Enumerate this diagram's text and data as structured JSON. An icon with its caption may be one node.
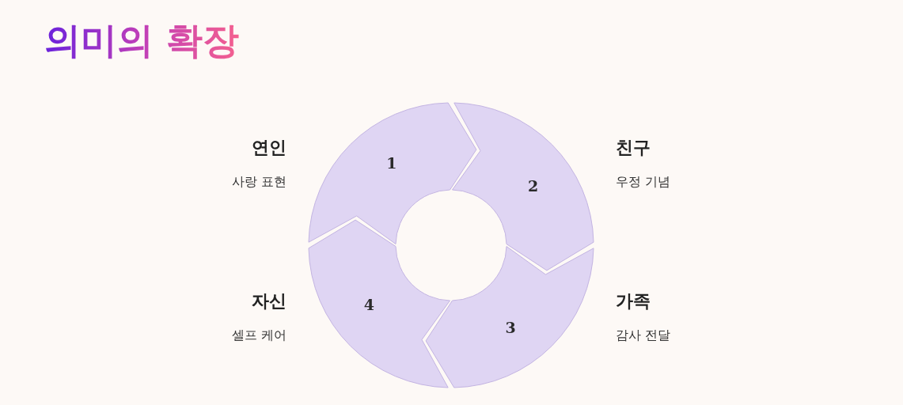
{
  "diagram": {
    "title": "의미의 확장",
    "nodes": [
      {
        "text": [
          "1"
        ],
        "beside": [
          "연인",
          "사랑 표현"
        ]
      },
      {
        "text": [
          "2"
        ],
        "beside": [
          "친구",
          "우정 기념"
        ]
      },
      {
        "text": [
          "3"
        ],
        "beside": [
          "가족",
          "감사 전달"
        ]
      },
      {
        "text": [
          "4"
        ],
        "beside": [
          "자신",
          "셀프 케어"
        ]
      }
    ]
  }
}
